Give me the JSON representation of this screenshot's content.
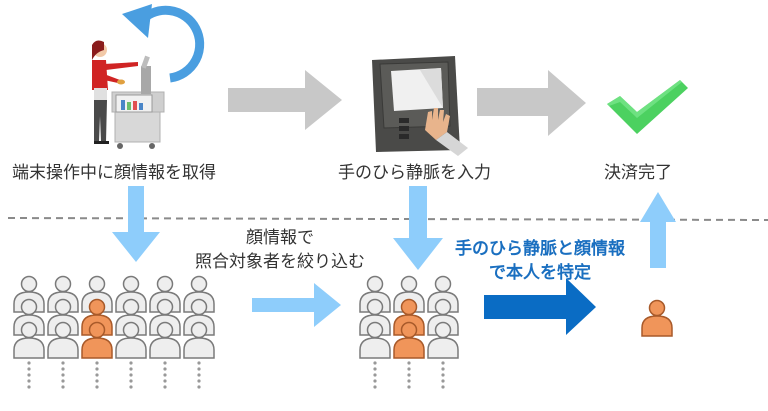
{
  "diagram": {
    "top_flow": {
      "steps": [
        {
          "id": "face-capture",
          "icon": "cashier-terminal-icon",
          "label": "端末操作中に顔情報を取得"
        },
        {
          "id": "palm-input",
          "icon": "palm-vein-scanner-icon",
          "label": "手のひら静脈を入力"
        },
        {
          "id": "payment-done",
          "icon": "checkmark-icon",
          "label": "決済完了"
        }
      ],
      "connector_icon": "gray-right-arrow-icon",
      "loop_icon": "circular-arrow-icon"
    },
    "bottom_flow": {
      "stage1": {
        "label": "",
        "crowd_columns": 6,
        "crowd_rows": 3,
        "highlighted": [
          {
            "row": 1,
            "col": 2
          },
          {
            "row": 2,
            "col": 2
          }
        ],
        "more_indicator": "⋮"
      },
      "narrow_step_label_line1": "顔情報で",
      "narrow_step_label_line2": "照合対象者を絞り込む",
      "stage2": {
        "crowd_columns": 3,
        "crowd_rows": 3,
        "highlighted": [
          {
            "row": 1,
            "col": 1
          },
          {
            "row": 2,
            "col": 1
          }
        ],
        "more_indicator": "⋮"
      },
      "identify_label_line1": "手のひら静脈と顔情報",
      "identify_label_line2": "で本人を特定",
      "stage3": {
        "single_person": true
      }
    },
    "colors": {
      "gray_arrow": "#c8c8c8",
      "light_blue_arrow": "#8ecdfb",
      "dark_blue_arrow": "#0a6cc4",
      "loop_arrow": "#4a9ee0",
      "check_green": "#4cd160",
      "highlight_person": "#f0955a",
      "person_outline": "#7a7a7a",
      "divider": "#8a8a8a",
      "text": "#333333",
      "blue_text": "#1a6fc0"
    }
  }
}
